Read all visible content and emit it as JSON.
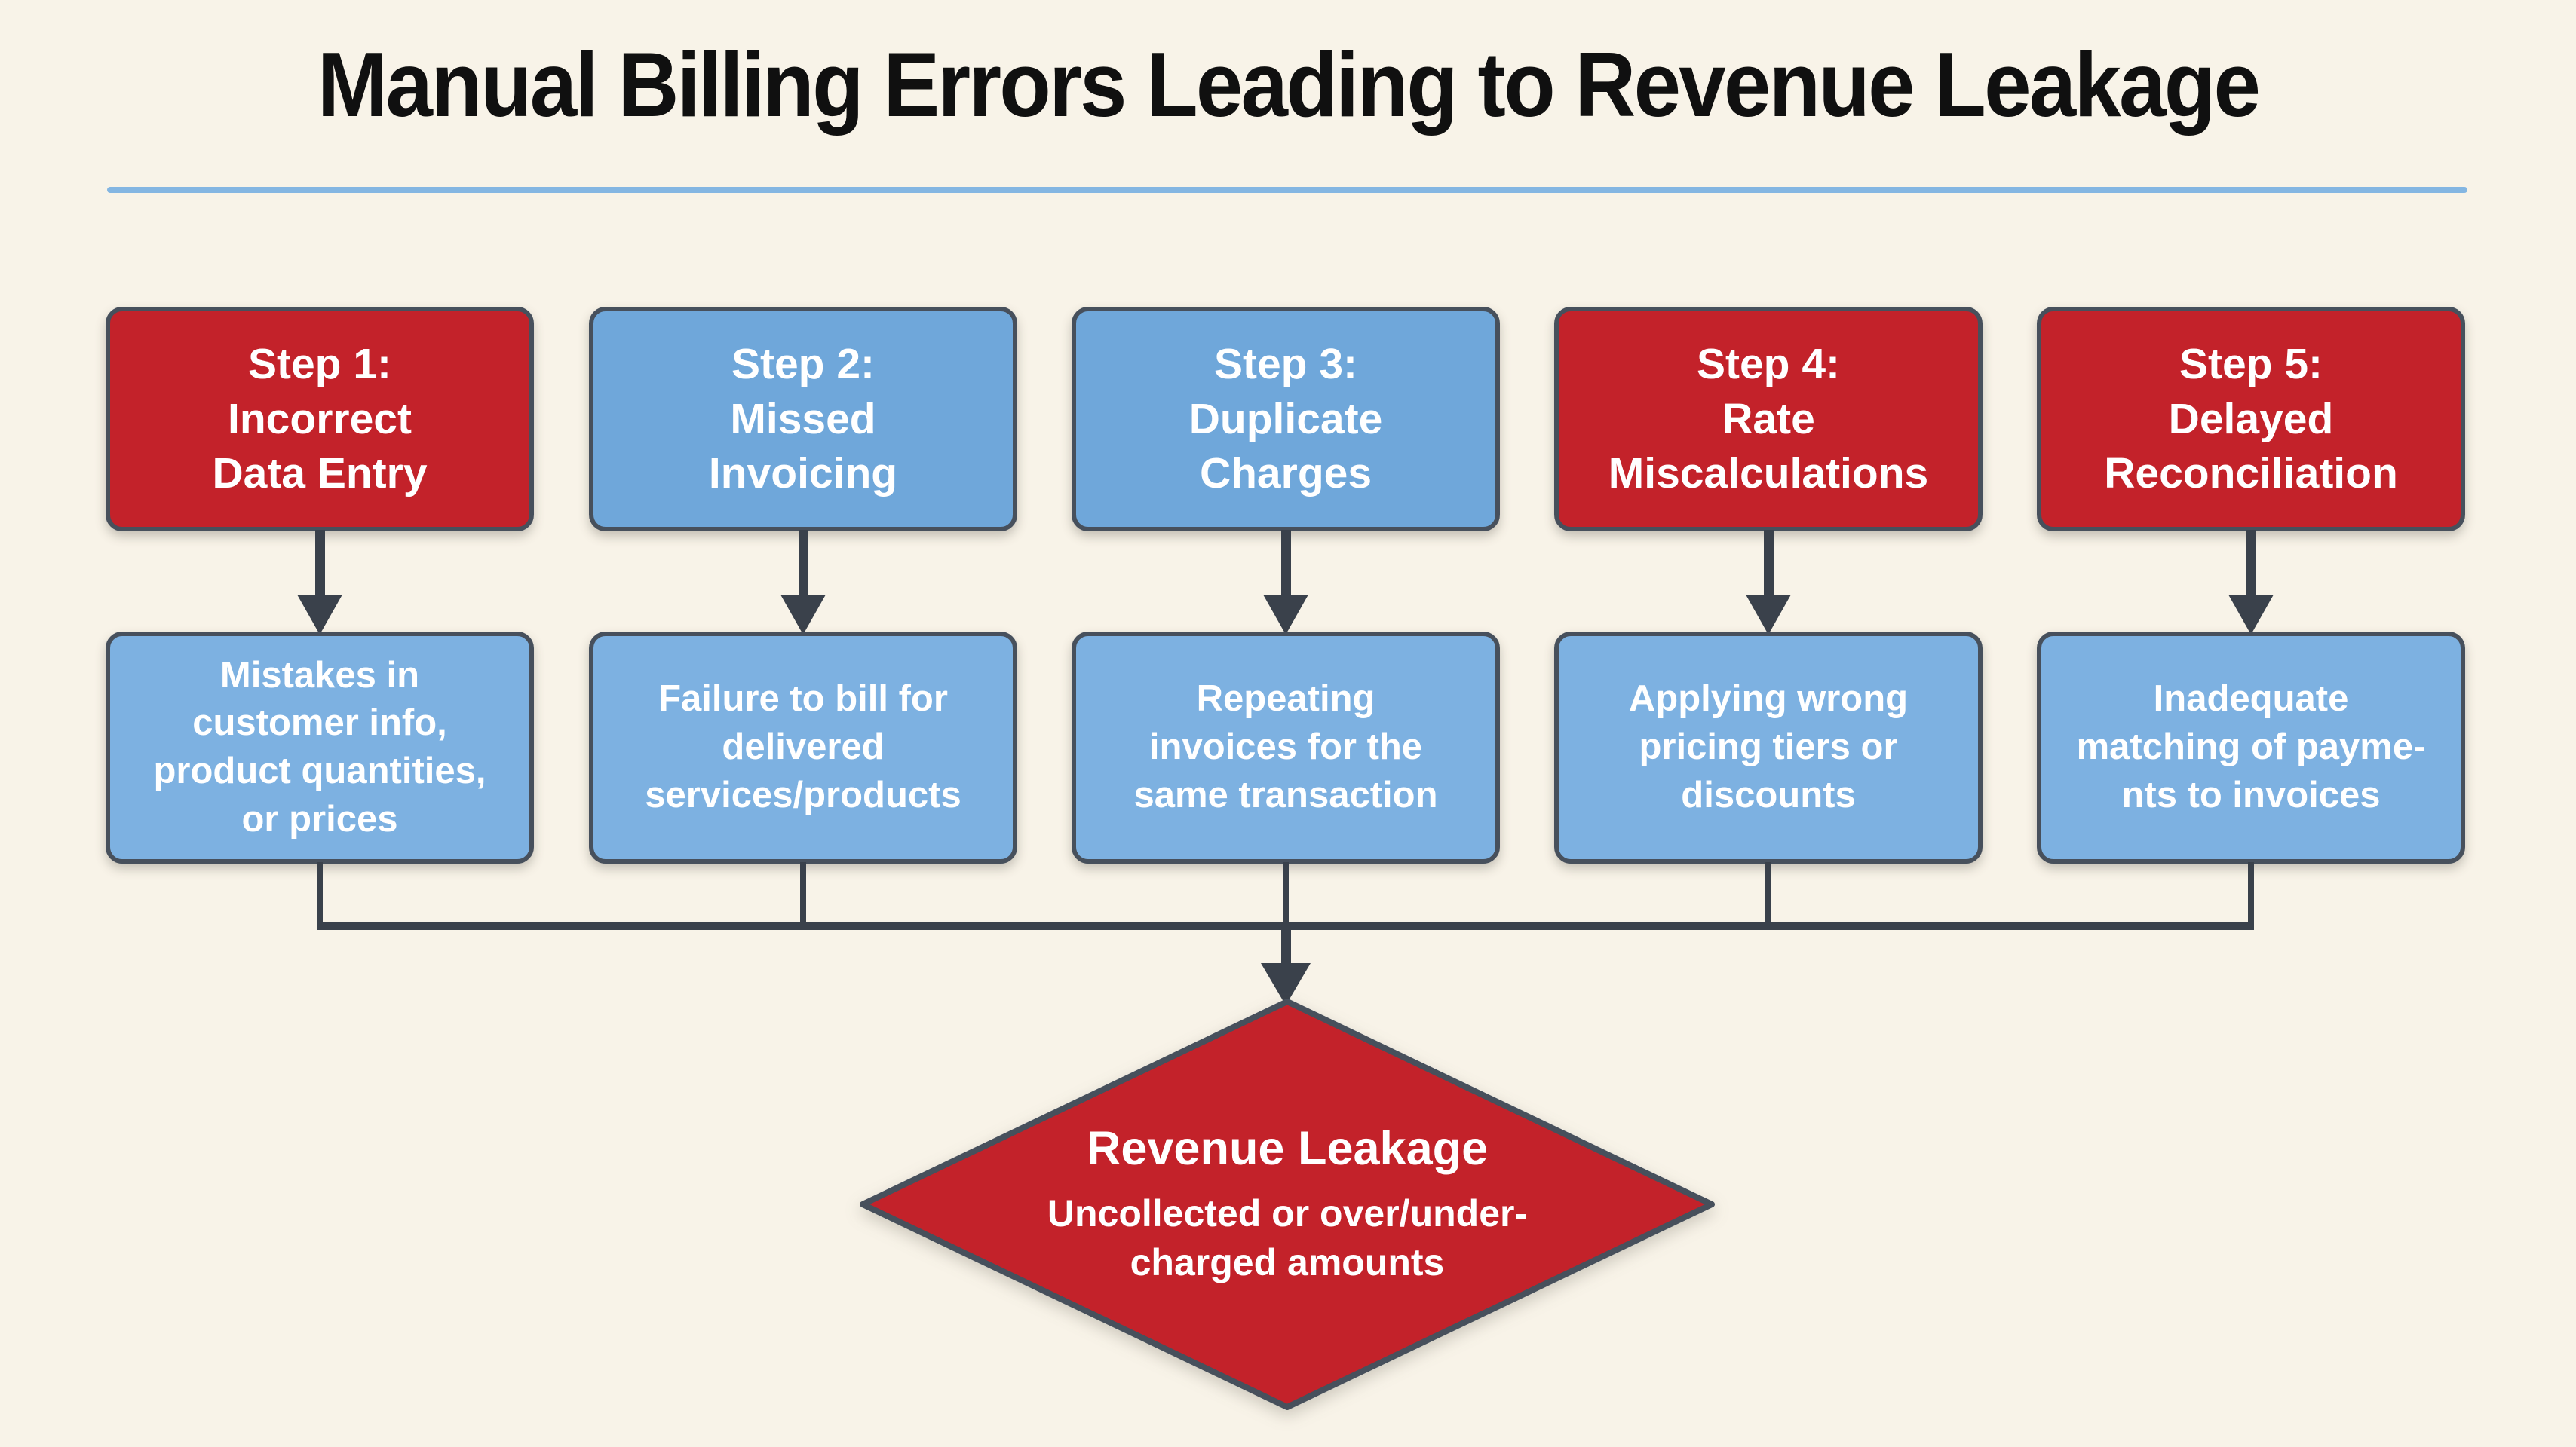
{
  "header": {
    "title": "Manual Billing Errors Leading to Revenue Leakage"
  },
  "colors": {
    "background": "#f8f3e8",
    "divider_blue": "#84b6e2",
    "step_red": "#c3222a",
    "step_blue": "#6fa7da",
    "description_blue": "#7db1e1",
    "node_border": "#47505c",
    "connector": "#3a414b",
    "text_white": "#ffffff",
    "title_black": "#101010"
  },
  "steps": [
    {
      "variant": "red",
      "title": "Step 1:\nIncorrect\nData Entry",
      "description": "Mistakes in\ncustomer info,\nproduct quantities,\nor prices"
    },
    {
      "variant": "blue",
      "title": "Step 2:\nMissed\nInvoicing",
      "description": "Failure to bill for\ndelivered\nservices/products"
    },
    {
      "variant": "blue",
      "title": "Step 3:\nDuplicate\nCharges",
      "description": "Repeating\ninvoices for the\nsame transaction"
    },
    {
      "variant": "red",
      "title": "Step 4:\nRate\nMiscalculations",
      "description": "Applying wrong\npricing tiers or\ndiscounts"
    },
    {
      "variant": "red",
      "title": "Step 5:\nDelayed\nReconciliation",
      "description": "Inadequate\nmatching of payme-\nnts to invoices"
    }
  ],
  "outcome": {
    "title": "Revenue Leakage",
    "subtitle": "Uncollected or over/under-\ncharged amounts"
  }
}
